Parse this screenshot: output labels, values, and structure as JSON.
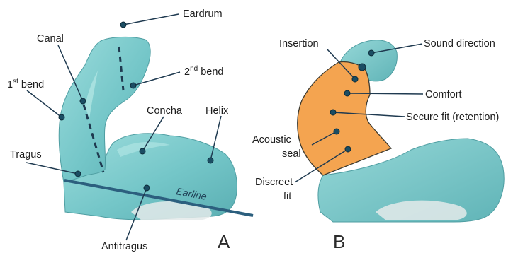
{
  "panel_a": {
    "panel_letter": "A",
    "labels": {
      "eardrum": "Eardrum",
      "canal": "Canal",
      "first_bend_num": "1",
      "first_bend_sup": "st",
      "first_bend_word": " bend",
      "second_bend_num": "2",
      "second_bend_sup": "nd",
      "second_bend_word": " bend",
      "concha": "Concha",
      "helix": "Helix",
      "tragus": "Tragus",
      "earline": "Earline",
      "antitragus": "Antitragus"
    }
  },
  "panel_b": {
    "panel_letter": "B",
    "labels": {
      "insertion": "Insertion",
      "sound_direction": "Sound direction",
      "comfort": "Comfort",
      "secure_fit": "Secure fit (retention)",
      "acoustic_seal_line1": "Acoustic",
      "acoustic_seal_line2": "seal",
      "discreet_fit_line1": "Discreet",
      "discreet_fit_line2": "fit"
    }
  },
  "colors": {
    "ear_teal": "#7ccccc",
    "ear_teal_dark": "#5bb0b3",
    "ear_highlight": "#a9e2e0",
    "highlight_orange": "#f4a450",
    "earline_blue": "#2c5f7e",
    "marker_dark": "#1b4d63"
  }
}
